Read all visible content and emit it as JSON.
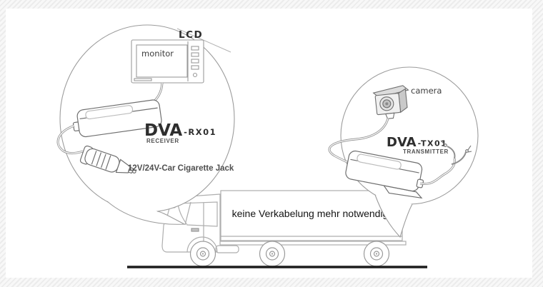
{
  "left_callout": {
    "lcd_label": "LCD",
    "monitor_label": "monitor",
    "brand": "DVA",
    "model": "-RX01",
    "role": "RECEIVER",
    "jack_label": "12V/24V-Car Cigarette Jack"
  },
  "right_callout": {
    "camera_label": "camera",
    "brand": "DVA",
    "model": "-TX01",
    "role": "TRANSMITTER"
  },
  "truck": {
    "caption": "keine Verkabelung mehr notwendig"
  },
  "palette": {
    "artwork_line": "#aeaeae",
    "device_line": "#6f6f6f",
    "callout_line": "#9c9c9c",
    "label_text": "#2e2e2e",
    "muted_text": "#4f4f4f",
    "road": "#1d1d1d",
    "frame_hatch": "#ececec",
    "background": "#ffffff"
  }
}
